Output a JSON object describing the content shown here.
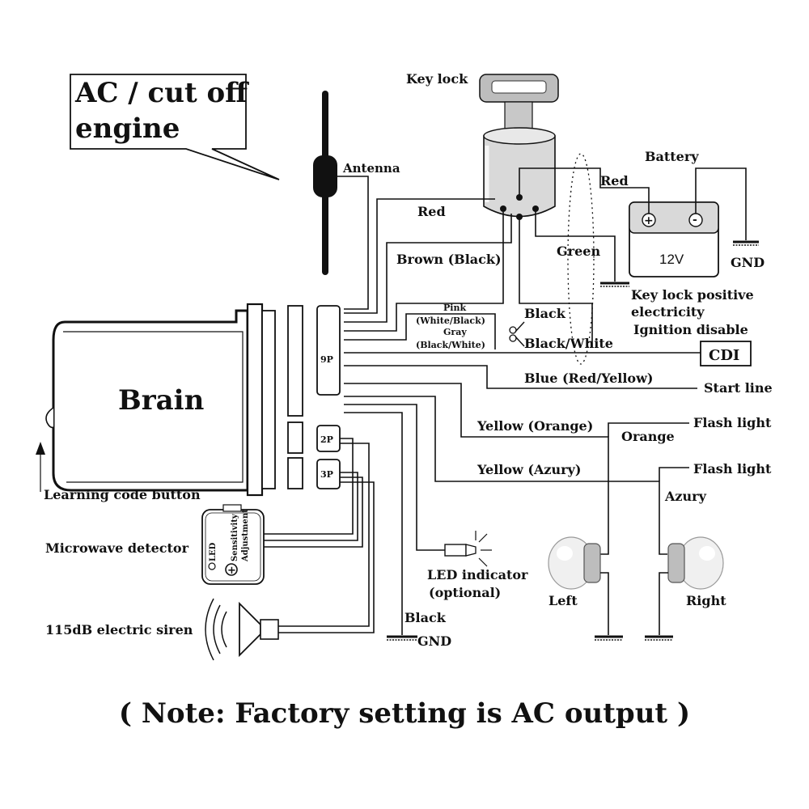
{
  "callout": {
    "line1": "AC / cut off",
    "line2": "engine"
  },
  "components": {
    "antenna": "Antenna",
    "key_lock": "Key lock",
    "battery": "Battery",
    "battery_voltage": "12V",
    "gnd": "GND",
    "brain": "Brain",
    "learning_button": "Learning code button",
    "microwave_detector": "Microwave detector",
    "detector_led": "LED",
    "detector_sensitivity": "Sensitivity",
    "detector_adjustment": "Adjustment",
    "siren": "115dB electric siren",
    "led_indicator": "LED indicator",
    "led_optional": "(optional)",
    "cdi": "CDI",
    "left_light": "Left",
    "right_light": "Right",
    "connector_9p": "9P",
    "connector_2p": "2P",
    "connector_3p": "3P"
  },
  "wires": {
    "red_key": "Red",
    "red_battery": "Red",
    "brown": "Brown (Black)",
    "green": "Green",
    "pink": "Pink",
    "pink_alt": "(White/Black)",
    "gray": "Gray",
    "gray_alt": "(Black/White)",
    "black": "Black",
    "black_white": "Black/White",
    "blue": "Blue (Red/Yellow)",
    "yellow_orange": "Yellow (Orange)",
    "orange": "Orange",
    "yellow_azury": "Yellow (Azury)",
    "azury": "Azury",
    "black_gnd": "Black"
  },
  "notes": {
    "key_lock_positive_1": "Key lock positive",
    "key_lock_positive_2": "electricity",
    "ignition_disable": "Ignition disable",
    "start_line": "Start line",
    "flash_light_1": "Flash light",
    "flash_light_2": "Flash light",
    "footer": "( Note: Factory setting is AC output )"
  }
}
